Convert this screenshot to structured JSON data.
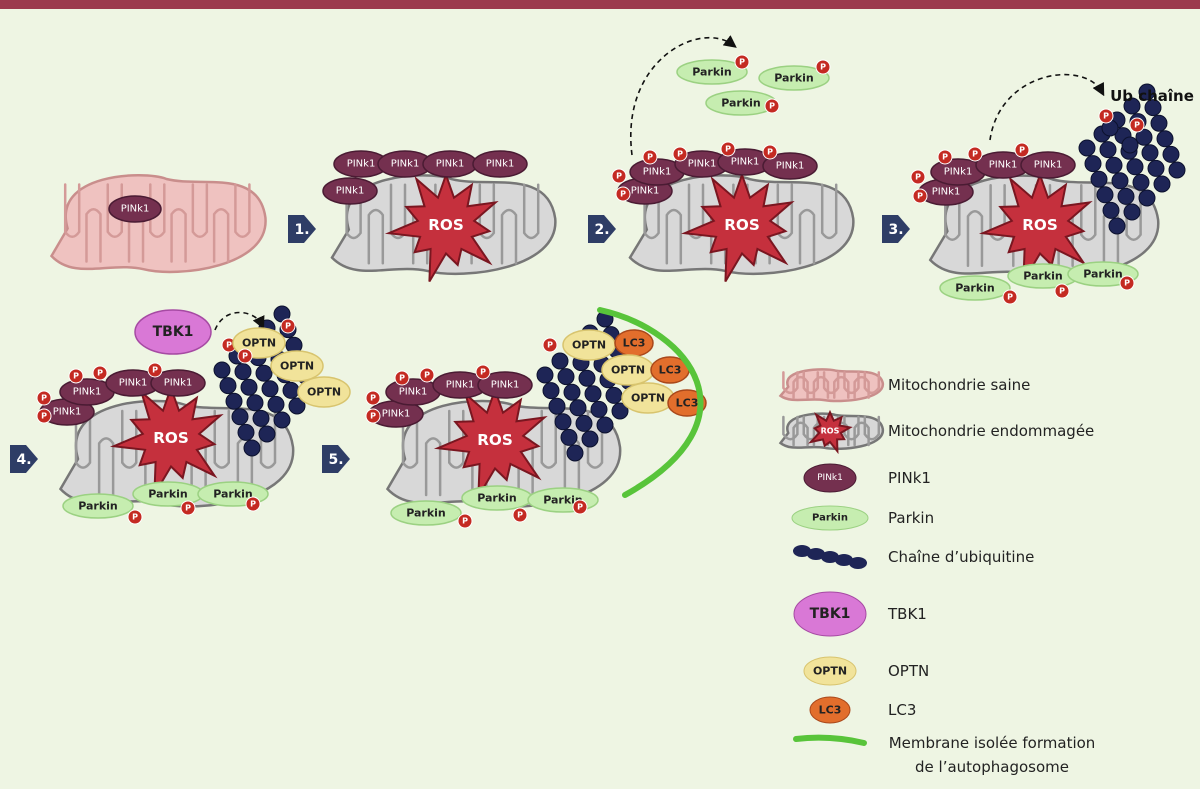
{
  "steps": [
    "1.",
    "2.",
    "3.",
    "4.",
    "5."
  ],
  "labels": {
    "pink1": "PINk1",
    "parkin": "Parkin",
    "p": "P",
    "ros": "ROS",
    "tbk1": "TBK1",
    "optn": "OPTN",
    "lc3": "LC3",
    "ub_chain": "Ub chaîne"
  },
  "legend": [
    {
      "icon": "healthy-mito",
      "text": "Mitochondrie saine"
    },
    {
      "icon": "damaged-mito",
      "text": "Mitochondrie endommagée",
      "badge": "ROS"
    },
    {
      "icon": "pink1",
      "text": "PINk1",
      "badge": "PINk1"
    },
    {
      "icon": "parkin",
      "text": "Parkin",
      "badge": "Parkin"
    },
    {
      "icon": "ubiquitin",
      "text": "Chaîne d’ubiquitine"
    },
    {
      "icon": "tbk1",
      "text": "TBK1",
      "badge": "TBK1"
    },
    {
      "icon": "optn",
      "text": "OPTN",
      "badge": "OPTN"
    },
    {
      "icon": "lc3",
      "text": "LC3",
      "badge": "LC3"
    },
    {
      "icon": "membrane",
      "text": "Membrane isolée formation",
      "text2": "de l’autophagosome"
    }
  ],
  "colors": {
    "background": "#eef5e3",
    "top_bar": "#9c3a4e",
    "pink1": "#74304f",
    "parkin": "#c6edb0",
    "phospho": "#c42a22",
    "ros": "#c5303d",
    "tbk1": "#d978d6",
    "optn": "#f1e39a",
    "lc3": "#e26e2c",
    "ubiquitin": "#1e2556",
    "membrane": "#58c43a",
    "arrow": "#2e3d66",
    "damaged_mito": "#d8d8d8",
    "healthy_mito": "#efc2c0"
  }
}
